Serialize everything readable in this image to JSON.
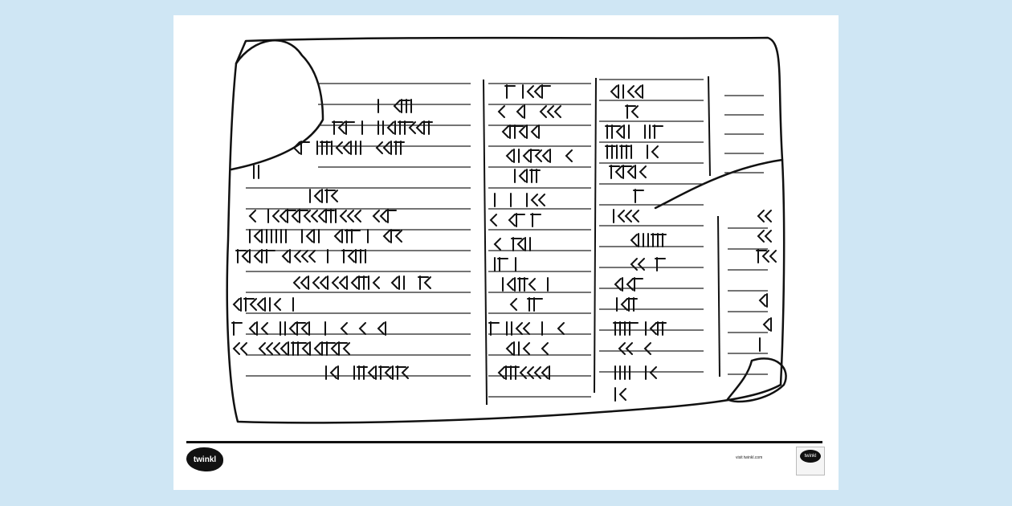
{
  "footer": {
    "logo_text": "twinkl",
    "url_text": "visit twinkl.com",
    "badge_text": "twinkl"
  }
}
